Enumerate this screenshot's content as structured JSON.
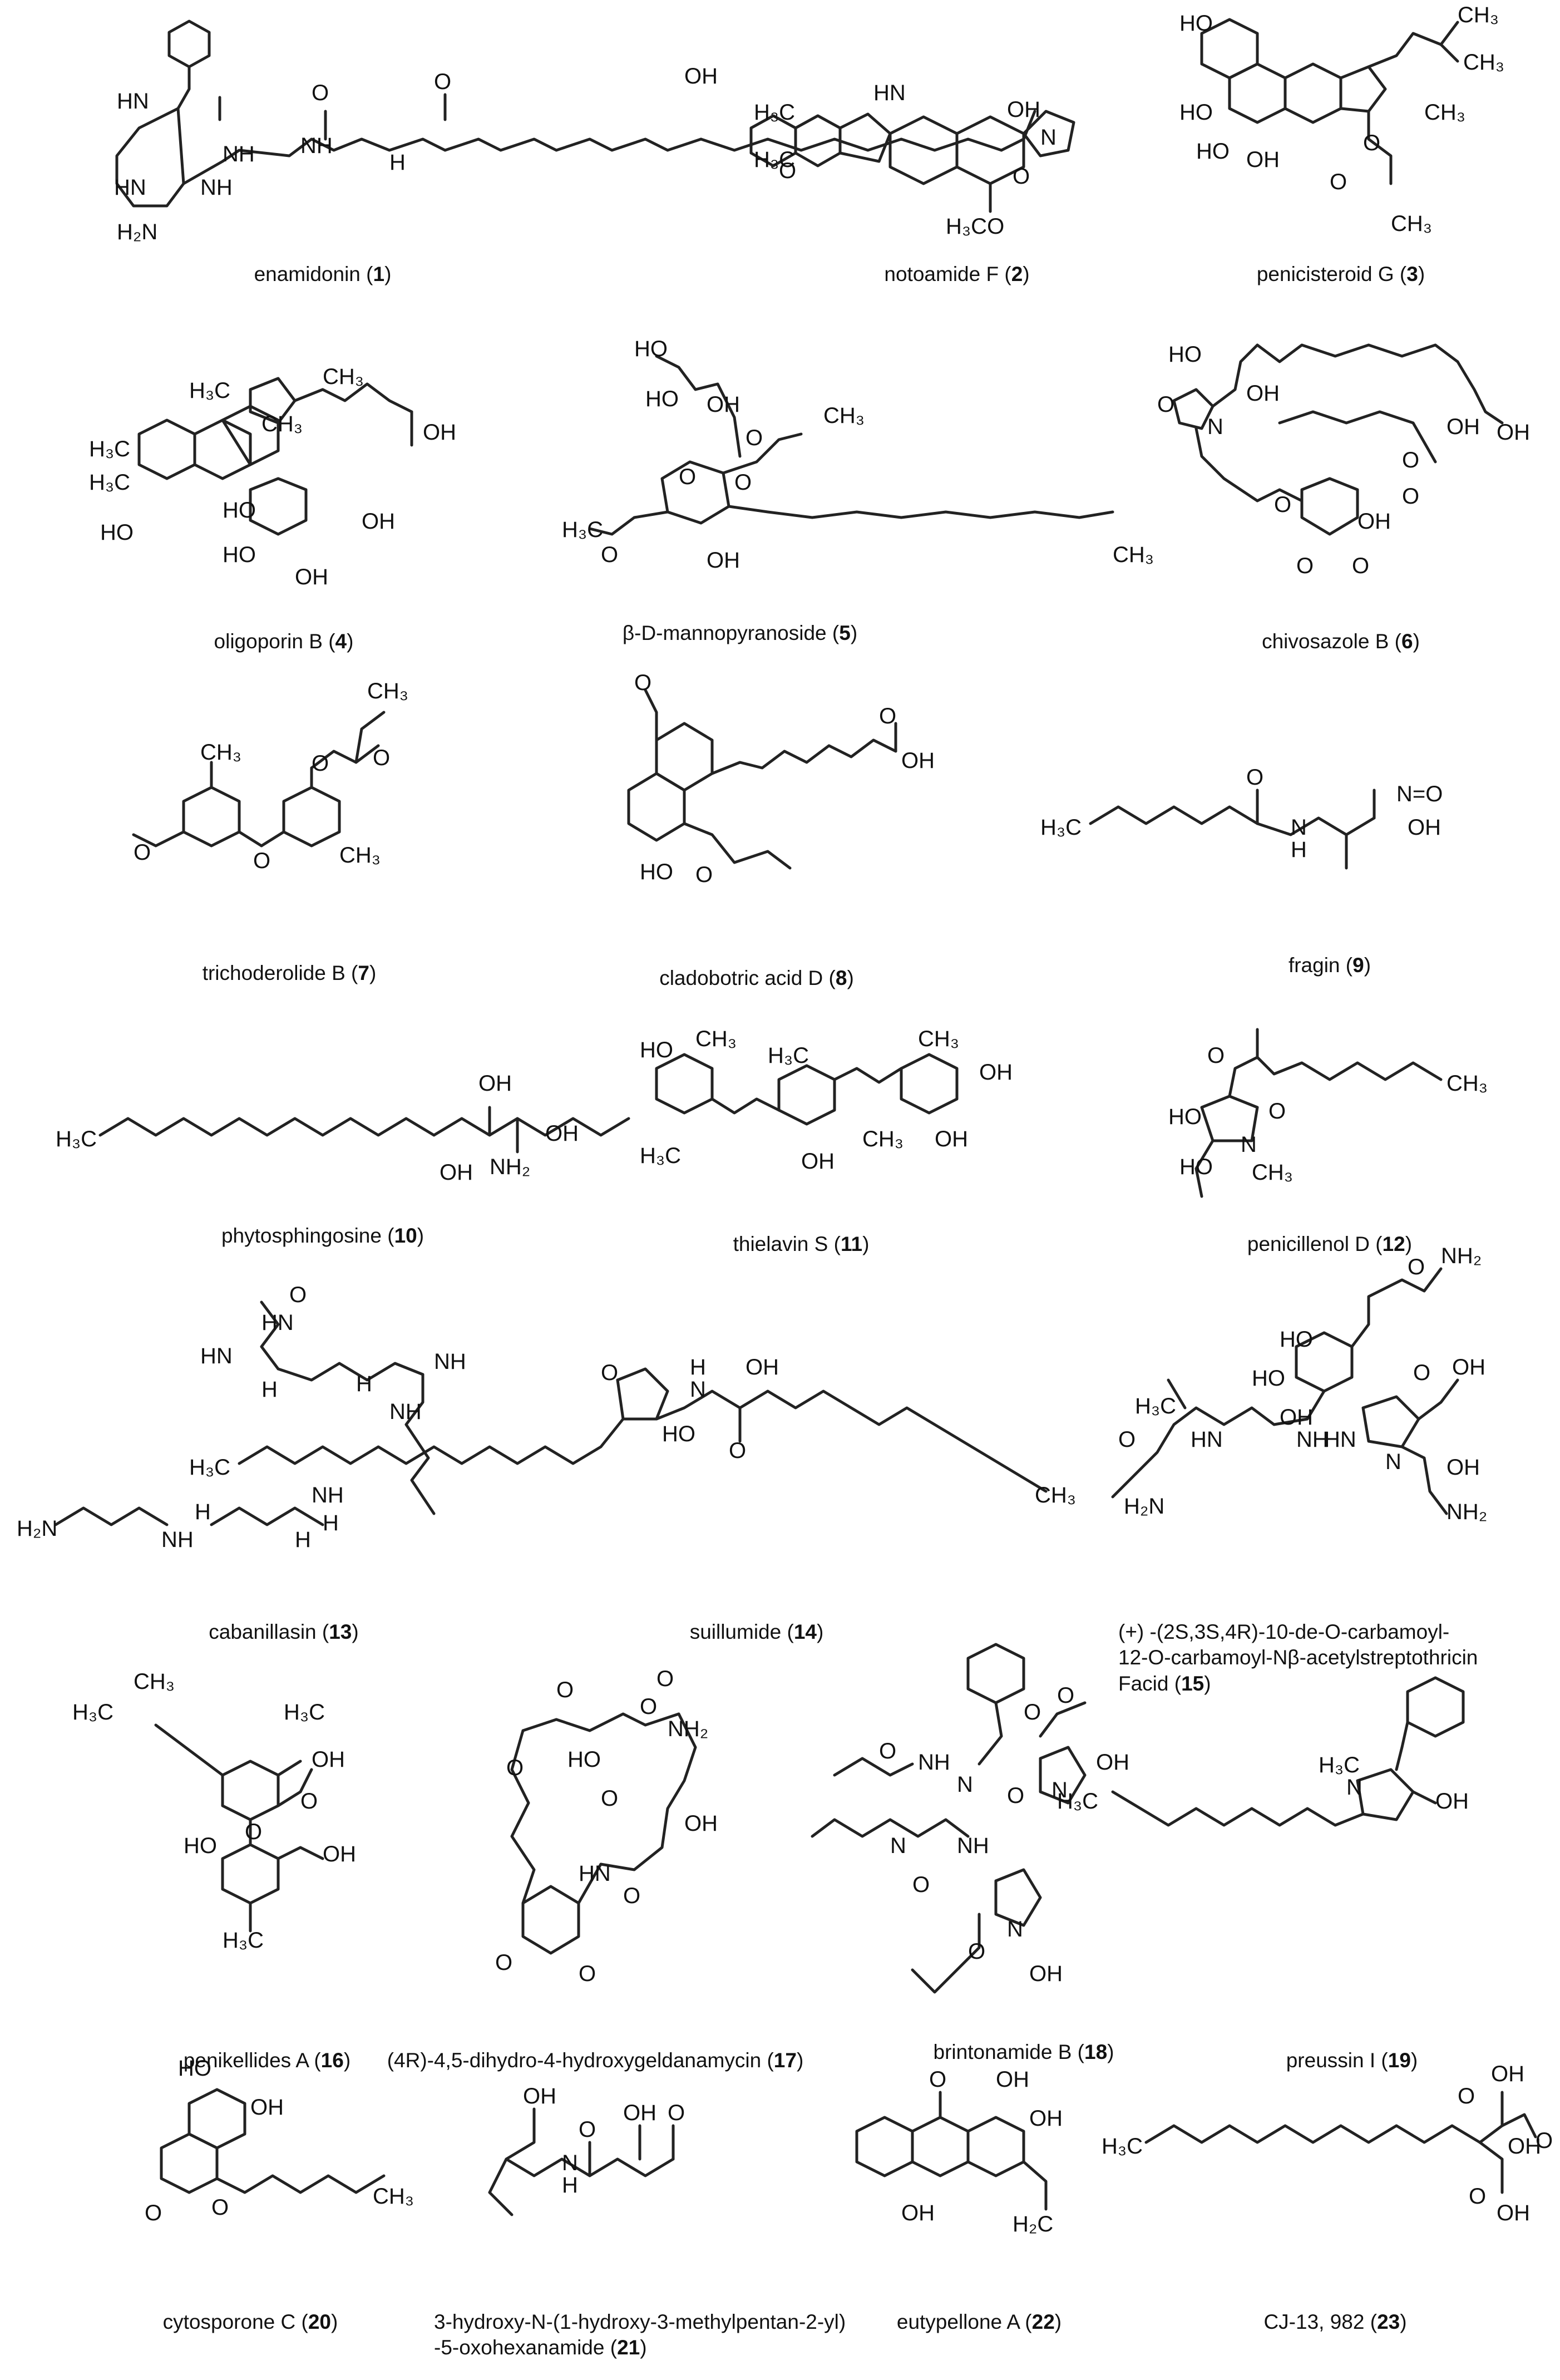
{
  "compounds": [
    {
      "no": "1",
      "name": "enamidonin"
    },
    {
      "no": "2",
      "name": "notoamide F"
    },
    {
      "no": "3",
      "name": "penicisteroid G"
    },
    {
      "no": "4",
      "name": "oligoporin B"
    },
    {
      "no": "5",
      "name": "β-D-mannopyranoside"
    },
    {
      "no": "6",
      "name": "chivosazole B"
    },
    {
      "no": "7",
      "name": "trichoderolide B"
    },
    {
      "no": "8",
      "name": "cladobotric acid D"
    },
    {
      "no": "9",
      "name": "fragin"
    },
    {
      "no": "10",
      "name": "phytosphingosine"
    },
    {
      "no": "11",
      "name": "thielavin S"
    },
    {
      "no": "12",
      "name": "penicillenol D"
    },
    {
      "no": "13",
      "name": "cabanillasin"
    },
    {
      "no": "14",
      "name": "suillumide"
    },
    {
      "no": "15",
      "name": "(+) -(2S,3S,4R)-10-de-O-carbamoyl-",
      "name2": "12-O-carbamoyl-Nβ-acetylstreptothricin",
      "name3": "Facid"
    },
    {
      "no": "16",
      "name": "penikellides A"
    },
    {
      "no": "17",
      "name": "(4R)-4,5-dihydro-4-hydroxygeldanamycin"
    },
    {
      "no": "18",
      "name": "brintonamide B"
    },
    {
      "no": "19",
      "name": "preussin I"
    },
    {
      "no": "20",
      "name": "cytosporone C"
    },
    {
      "no": "21",
      "name": "3-hydroxy-N-(1-hydroxy-3-methylpentan-2-yl)",
      "name2": "-5-oxohexanamide"
    },
    {
      "no": "22",
      "name": "eutypellone A"
    },
    {
      "no": "23",
      "name": "CJ-13, 982"
    }
  ],
  "atoms": {
    "OH": "OH",
    "HO": "HO",
    "O": "O",
    "N": "N",
    "NH": "NH",
    "HN": "HN",
    "H": "H",
    "NH2": "NH₂",
    "H2N": "H₂N",
    "CH3": "CH₃",
    "H3C": "H₃C",
    "H2C": "H₂C",
    "OCH3": "H₃CO",
    "NO": "N=O",
    "N_O": "N"
  }
}
